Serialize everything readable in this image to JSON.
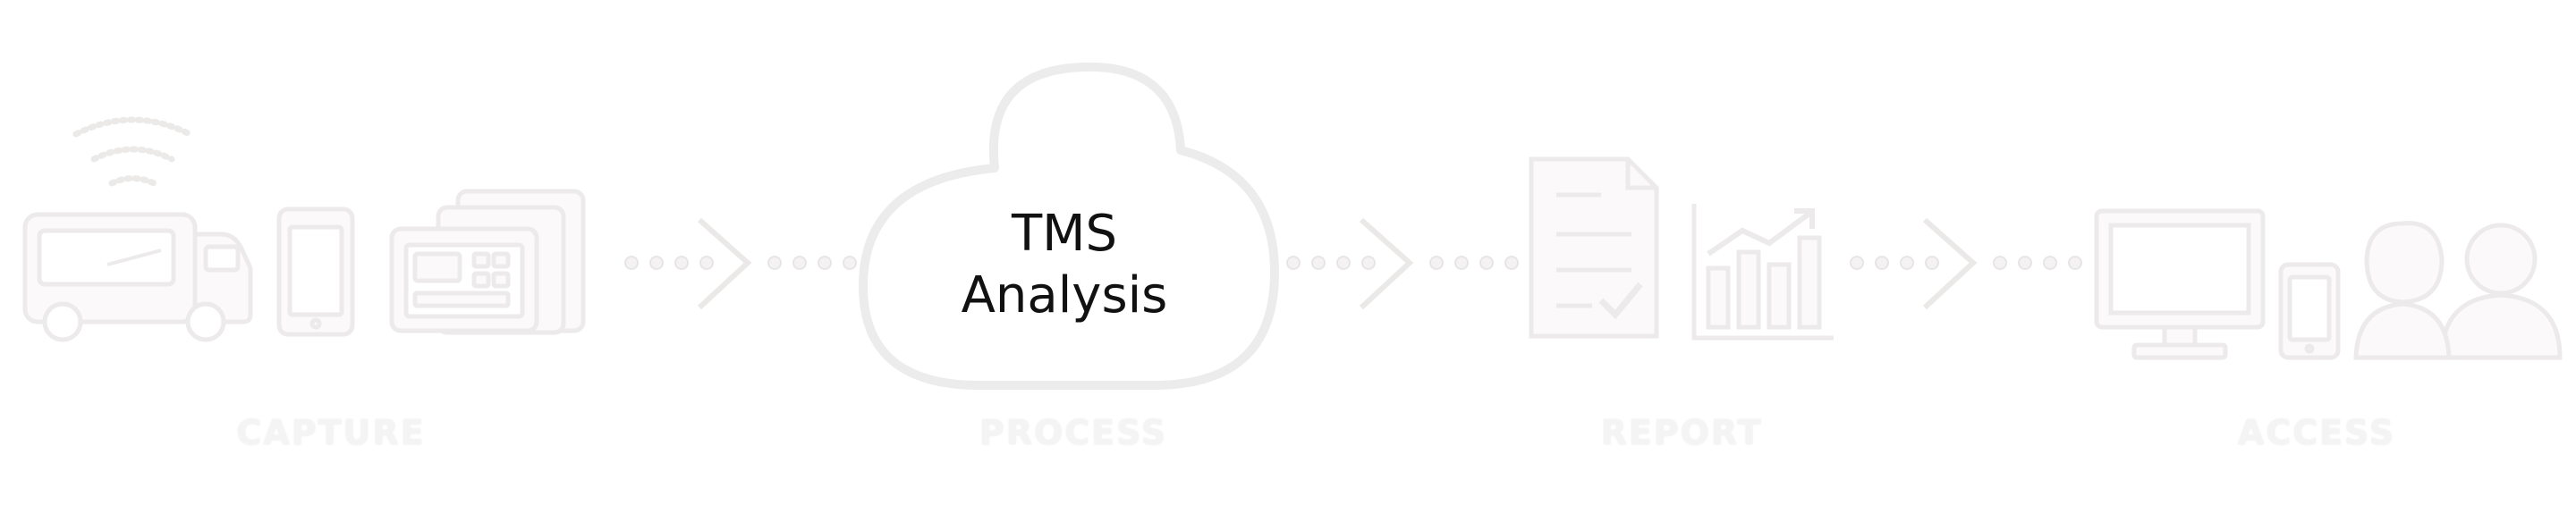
{
  "stages": {
    "capture": {
      "label": "CAPTURE"
    },
    "process": {
      "label": "PROCESS"
    },
    "report": {
      "label": "REPORT"
    },
    "access": {
      "label": "ACCESS"
    }
  },
  "cloud": {
    "line1": "TMS",
    "line2": "Analysis"
  },
  "icons": [
    "wifi-signal-icon",
    "truck-icon",
    "phone-icon",
    "tablet-stack-icon",
    "cloud-icon",
    "document-check-icon",
    "bar-chart-icon",
    "monitor-icon",
    "phone-icon",
    "users-icon",
    "dotted-arrow-icon"
  ],
  "colors": {
    "icon_fill": "#fbf9f9",
    "icon_stroke": "#eceaea",
    "cloud_stroke": "#e9e9e9",
    "label": "#f5f4f4",
    "cloud_text": "#111111"
  }
}
